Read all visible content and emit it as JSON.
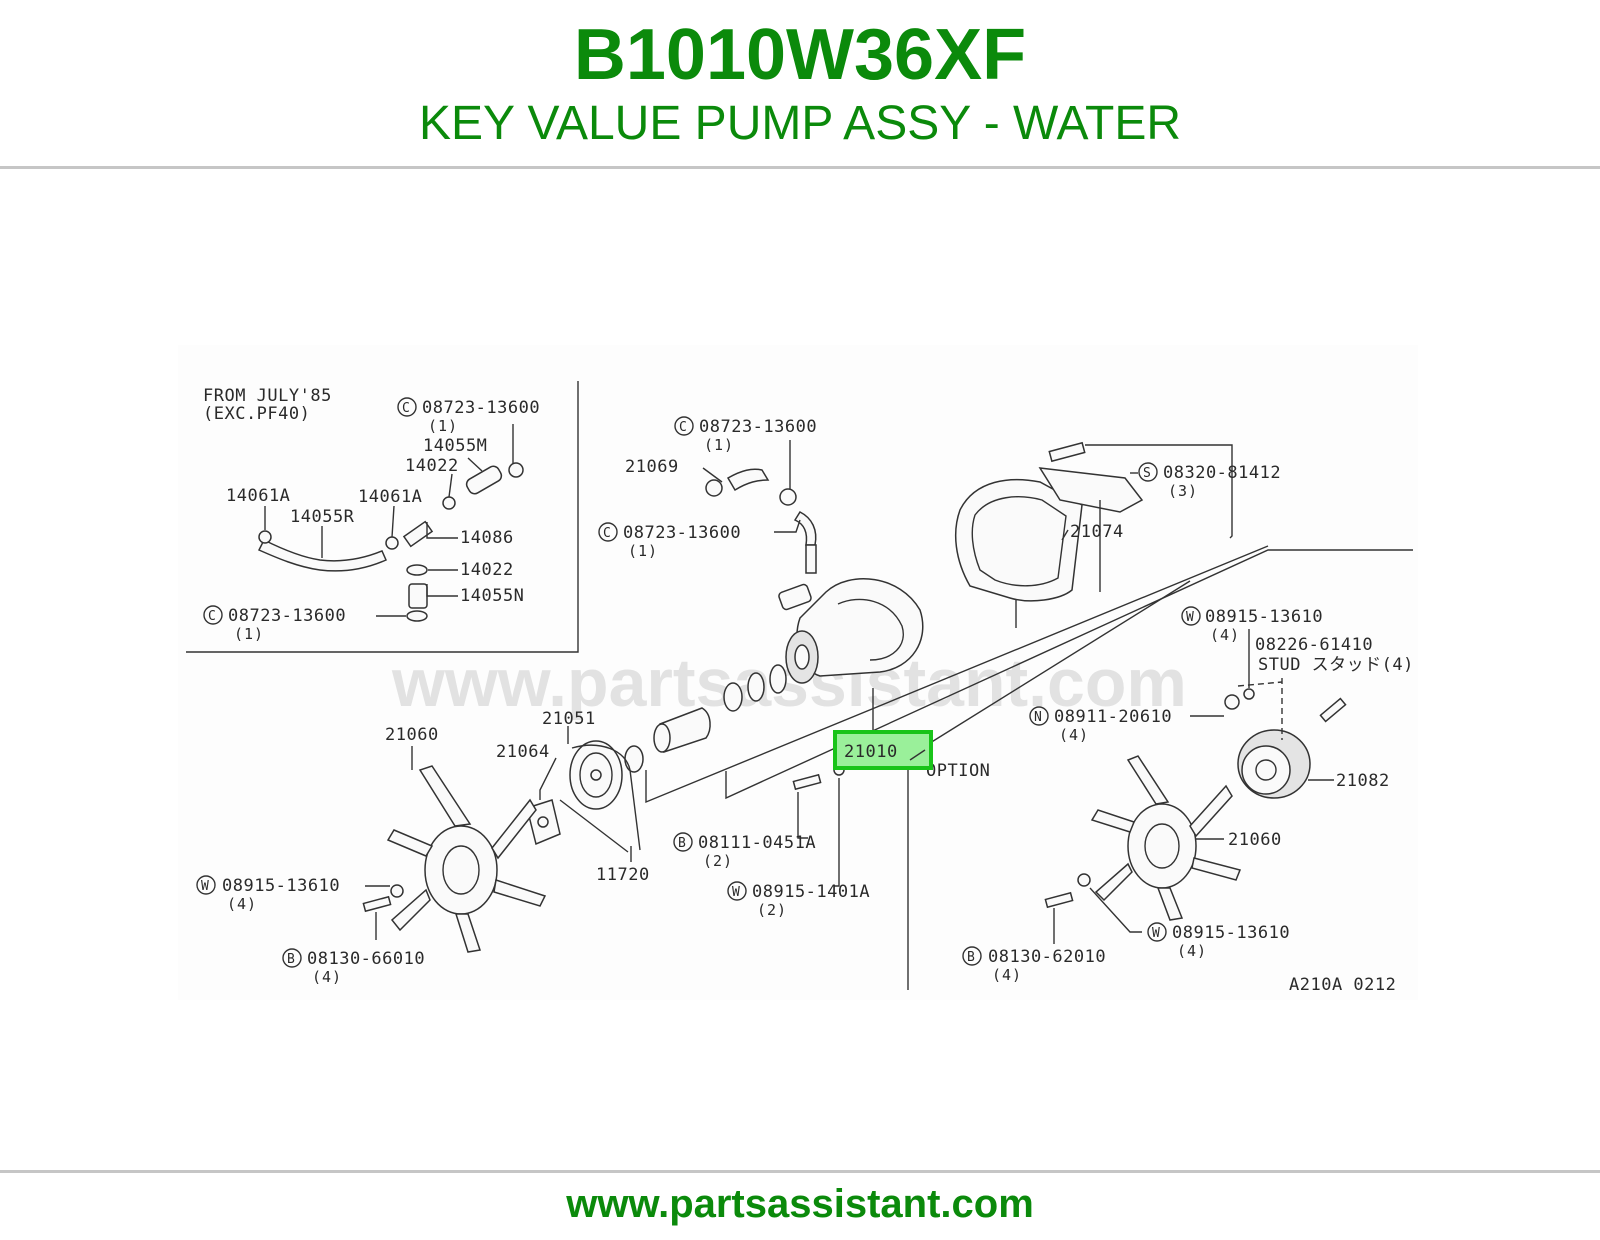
{
  "header": {
    "part_number": "B1010W36XF",
    "description": "KEY VALUE PUMP ASSY - WATER"
  },
  "footer": {
    "url": "www.partsassistant.com"
  },
  "colors": {
    "brand_green": "#0b8a0b",
    "highlight_fill": "#9af09a",
    "highlight_border": "#19c419",
    "rule": "#c6c6c6"
  },
  "diagram": {
    "watermark": "www.partsassistant.com",
    "inset": {
      "note_line1": "FROM JULY'85",
      "note_line2": "(EXC.PF40)"
    },
    "highlighted_part": "21010",
    "option_label": "OPTION",
    "code": "A210A 0212",
    "callouts": [
      {
        "num": "08723-13600",
        "prefix": "C",
        "qty": "(1)"
      },
      {
        "num": "14055M"
      },
      {
        "num": "14022"
      },
      {
        "num": "14061A"
      },
      {
        "num": "14061A"
      },
      {
        "num": "14055R"
      },
      {
        "num": "14086"
      },
      {
        "num": "14022"
      },
      {
        "num": "14055N"
      },
      {
        "num": "08723-13600",
        "prefix": "C",
        "qty": "(1)"
      },
      {
        "num": "08723-13600",
        "prefix": "C",
        "qty": "(1)"
      },
      {
        "num": "21069"
      },
      {
        "num": "08723-13600",
        "prefix": "C",
        "qty": "(1)"
      },
      {
        "num": "08320-81412",
        "prefix": "S",
        "qty": "(3)"
      },
      {
        "num": "21074"
      },
      {
        "num": "08915-13610",
        "prefix": "W",
        "qty": "(4)"
      },
      {
        "num": "08226-61410"
      },
      {
        "num": "STUD スタッド(4)"
      },
      {
        "num": "08911-20610",
        "prefix": "N",
        "qty": "(4)"
      },
      {
        "num": "21082"
      },
      {
        "num": "21060"
      },
      {
        "num": "21051"
      },
      {
        "num": "21064"
      },
      {
        "num": "21060"
      },
      {
        "num": "08111-0451A",
        "prefix": "B",
        "qty": "(2)"
      },
      {
        "num": "08915-1401A",
        "prefix": "W",
        "qty": "(2)"
      },
      {
        "num": "11720"
      },
      {
        "num": "08915-13610",
        "prefix": "W",
        "qty": "(4)"
      },
      {
        "num": "08130-66010",
        "prefix": "B",
        "qty": "(4)"
      },
      {
        "num": "08915-13610",
        "prefix": "W",
        "qty": "(4)"
      },
      {
        "num": "08130-62010",
        "prefix": "B",
        "qty": "(4)"
      }
    ]
  }
}
